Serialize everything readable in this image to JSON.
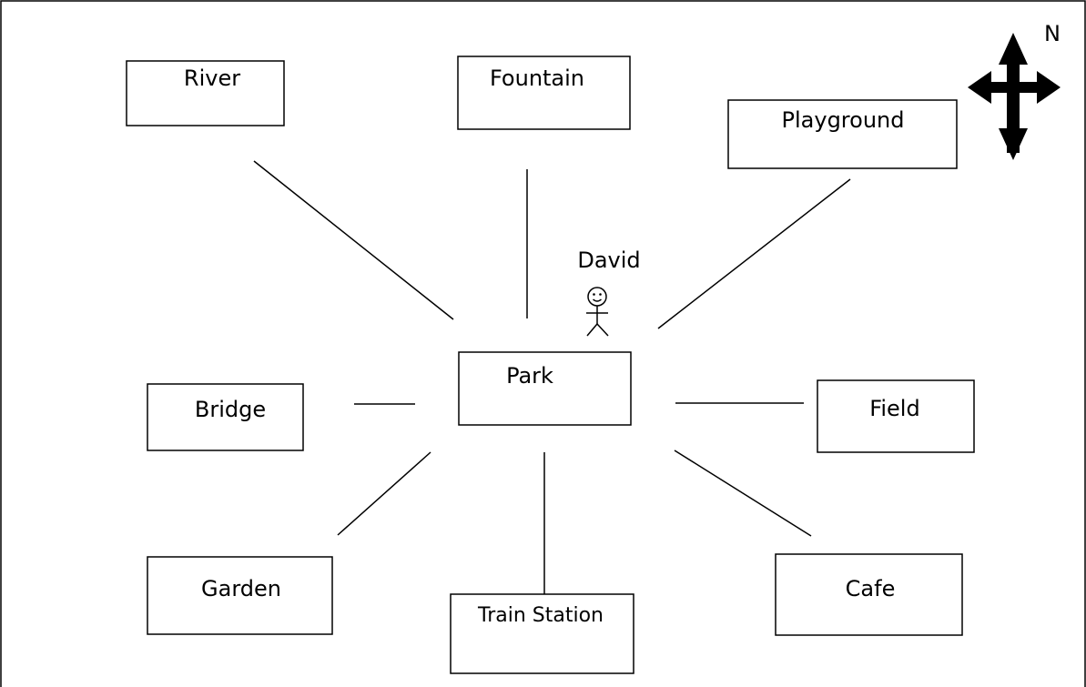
{
  "places": {
    "river": "River",
    "fountain": "Fountain",
    "playground": "Playground",
    "bridge": "Bridge",
    "park": "Park",
    "field": "Field",
    "garden": "Garden",
    "train_station": "Train Station",
    "cafe": "Cafe"
  },
  "person": {
    "name": "David"
  },
  "compass": {
    "north_label": "N"
  }
}
